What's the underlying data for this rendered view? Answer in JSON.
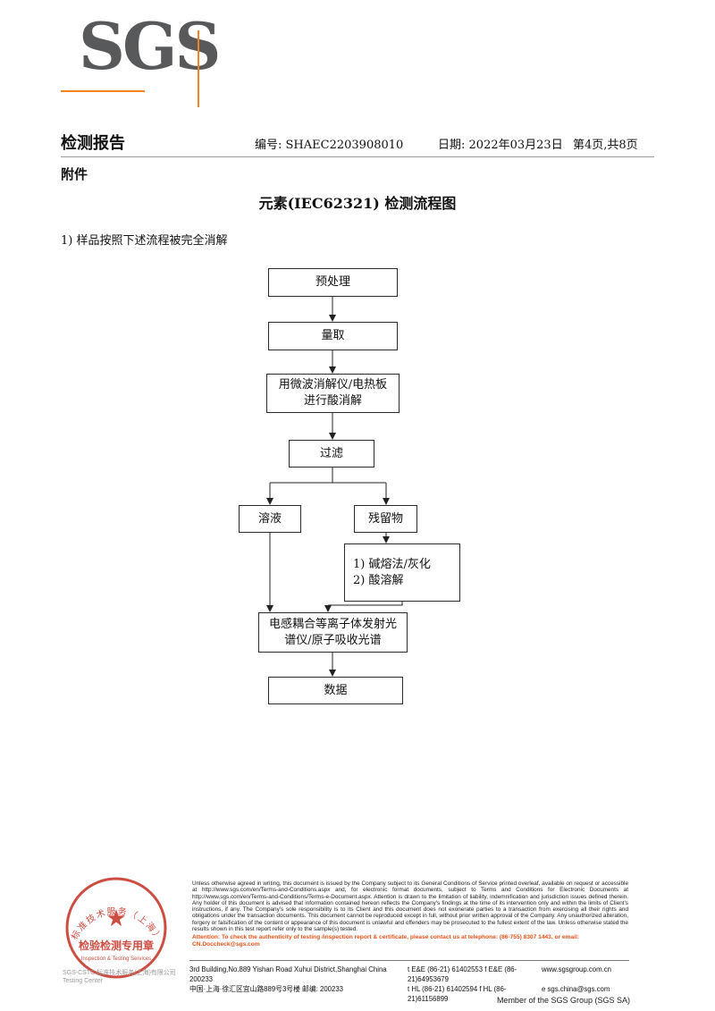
{
  "page": {
    "logo_text": "SGS"
  },
  "header": {
    "report_title": "检测报告",
    "no_label": "编号:",
    "no_value": "SHAEC2203908010",
    "date_label": "日期:",
    "date_value": "2022年03月23日",
    "page_info": "第4页,共8页",
    "attachment": "附件"
  },
  "flow": {
    "title": "元素(IEC62321) 检测流程图",
    "note": "1) 样品按照下述流程被完全消解",
    "pretreat": "预处理",
    "measure": "量取",
    "digest": "用微波消解仪/电热板\n进行酸消解",
    "filter": "过滤",
    "solution": "溶液",
    "residue": "残留物",
    "alkali": "1) 碱熔法/灰化\n2) 酸溶解",
    "icp": "电感耦合等离子体发射光\n谱仪/原子吸收光谱",
    "data": "数据"
  },
  "footer": {
    "disclaimer": "Unless otherwise agreed in writing, this document is issued by the Company subject to its General Conditions of Service printed overleaf, available on request or accessible at http://www.sgs.com/en/Terms-and-Conditions.aspx and, for electronic format documents, subject to Terms and Conditions for Electronic Documents at http://www.sgs.com/en/Terms-and-Conditions/Terms-e-Document.aspx. Attention is drawn to the limitation of liability, indemnification and jurisdiction issues defined therein. Any holder of this document is advised that information contained hereon reflects the Company's findings at the time of its intervention only and within the limits of Client's instructions, if any. The Company's sole responsibility is to its Client and this document does not exonerate parties to a transaction from exercising all their rights and obligations under the transaction documents. This document cannot be reproduced except in full, without prior written approval of the Company. Any unauthorized alteration, forgery or falsification of the content or appearance of this document is unlawful and offenders may be prosecuted to the fullest extent of the law. Unless otherwise stated the results shown in this test report refer only to the sample(s) tested.",
    "attention": "Attention: To check the authenticity of testing /inspection report & certificate, please contact us at telephone: (86-755) 8307 1443, or email: CN.Doccheck@sgs.com",
    "addr_en": "3rd Building,No.889 Yishan Road Xuhui District,Shanghai China   200233",
    "addr_cn": "中国·上海·徐汇区宜山路889号3号楼    邮编: 200233",
    "phones1": "t E&E (86-21) 61402553   f E&E (86-21)64953679",
    "phones2": "t HL (86-21) 61402594    f HL (86-21)61156899",
    "web": "www.sgsgroup.com.cn",
    "email": "e  sgs.china@sgs.com",
    "member": "Member of the SGS Group (SGS SA)",
    "stamp": {
      "ring_text": "标准技术服务（上海）有限公司",
      "label": "检验检测专用章",
      "sub": "Inspection & Testing Services"
    },
    "company_gray_1": "SGS-CSTC 标准技术服务(上海)有限公司",
    "company_gray_2": "Testing Center"
  },
  "colors": {
    "accent_orange": "#f58220",
    "stamp_red": "#c83a2e",
    "attention_red": "#e8531a",
    "logo_gray": "#58595b"
  }
}
